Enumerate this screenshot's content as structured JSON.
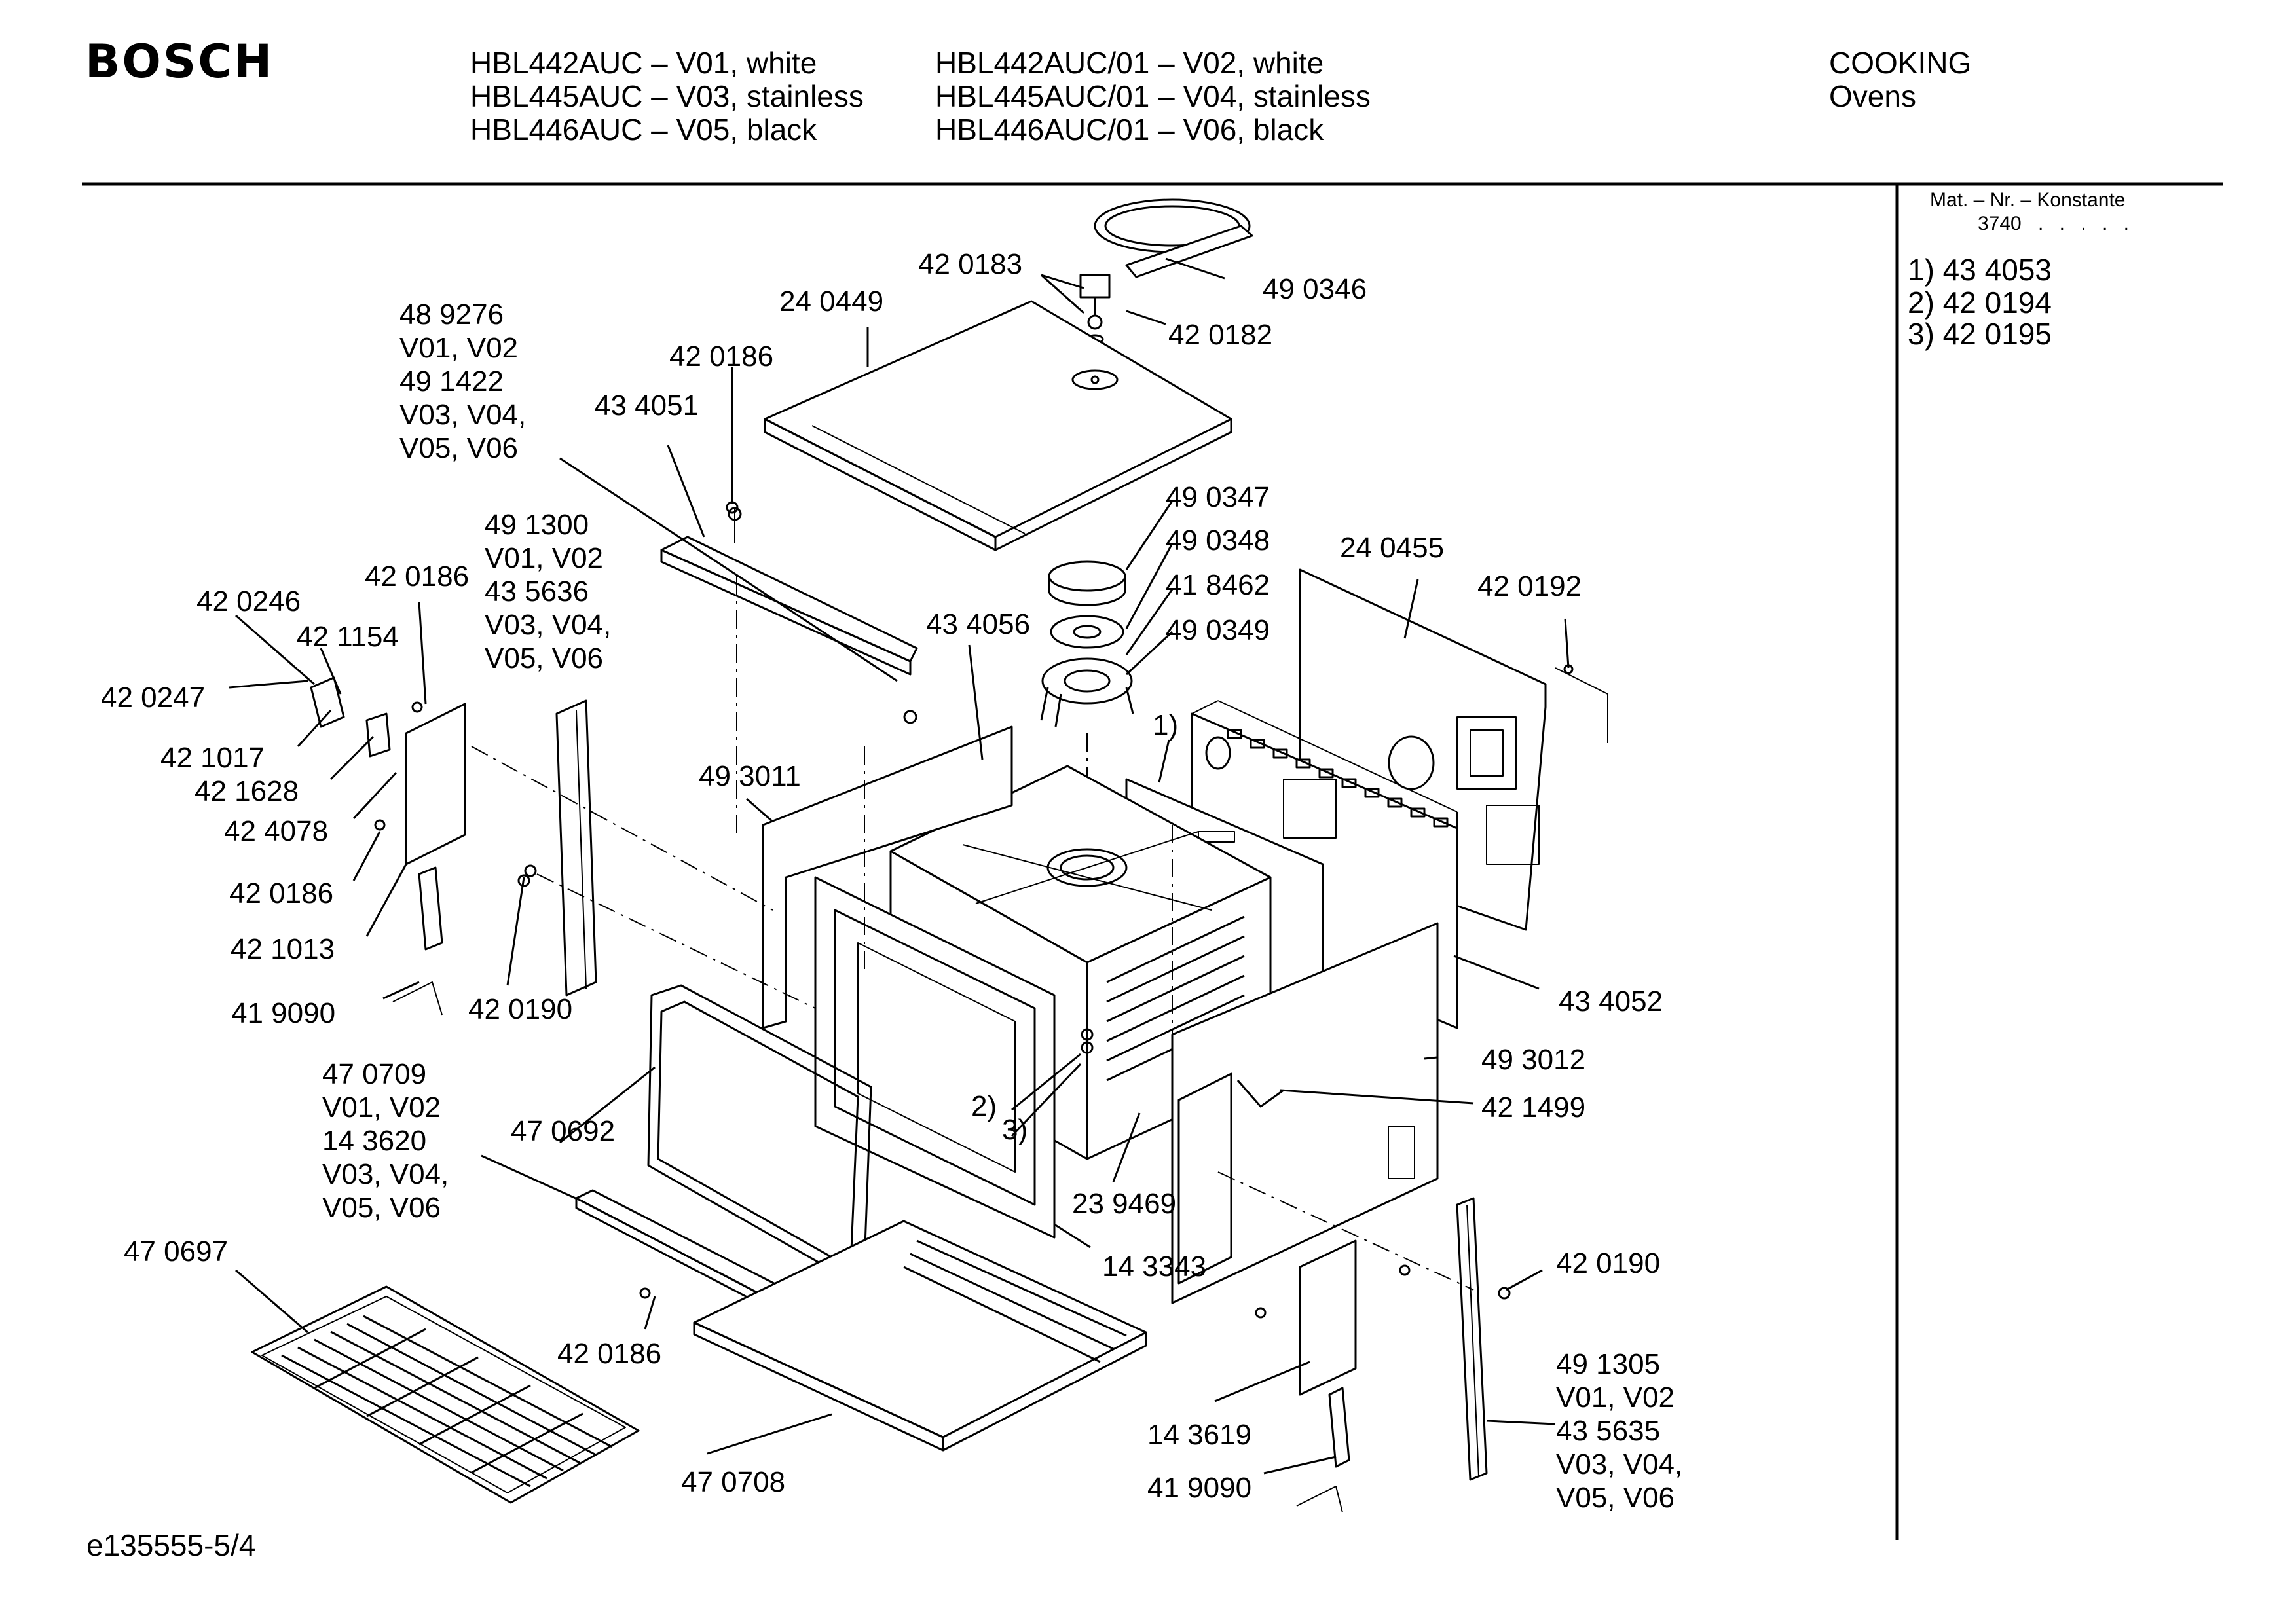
{
  "header": {
    "brand": "BOSCH",
    "models_col1": [
      "HBL442AUC – V01, white",
      "HBL445AUC – V03, stainless",
      "HBL446AUC – V05, black"
    ],
    "models_col2": [
      "HBL442AUC/01 – V02, white",
      "HBL445AUC/01 – V04, stainless",
      "HBL446AUC/01 – V06, black"
    ],
    "category": "COOKING",
    "subcategory": "Ovens"
  },
  "sidebar": {
    "mat_title": "Mat. – Nr. – Konstante",
    "mat_value": "3740",
    "notes": [
      "1) 43 4053",
      "2) 42 0194",
      "3) 42 0195"
    ]
  },
  "footer": {
    "doc_id": "e135555-5/4"
  },
  "labels": {
    "p420183": "42 0183",
    "p490346": "49 0346",
    "p240449": "24 0449",
    "p420182": "42 0182",
    "grp489276": [
      "48 9276",
      "V01, V02",
      "49 1422",
      "V03, V04,",
      "V05, V06"
    ],
    "p420186a": "42 0186",
    "p434051": "43 4051",
    "p490347": "49 0347",
    "p490348": "49 0348",
    "p418462": "41 8462",
    "p490349": "49 0349",
    "p240455": "24 0455",
    "p420192": "42 0192",
    "grp491300": [
      "49 1300",
      "V01, V02",
      "43 5636",
      "V03, V04,",
      "V05, V06"
    ],
    "p420186b": "42 0186",
    "p420246": "42 0246",
    "p421154": "42 1154",
    "p434056": "43 4056",
    "p420247": "42 0247",
    "note1": "1)",
    "p421017": "42 1017",
    "p421628": "42 1628",
    "p424078": "42 4078",
    "p493011": "49 3011",
    "p420186c": "42 0186",
    "p421013": "42 1013",
    "p419090a": "41 9090",
    "p420190a": "42 0190",
    "p434052": "43 4052",
    "grp470709": [
      "47 0709",
      "V01, V02",
      "14 3620",
      "V03, V04,",
      "V05, V06"
    ],
    "p493012": "49 3012",
    "p470692": "47 0692",
    "note2": "2)",
    "note3": "3)",
    "p421499": "42 1499",
    "p239469": "23 9469",
    "p470697": "47 0697",
    "p143343": "14 3343",
    "p420190b": "42 0190",
    "p420186d": "42 0186",
    "grp491305": [
      "49 1305",
      "V01, V02",
      "43 5635",
      "V03, V04,",
      "V05, V06"
    ],
    "p143619": "14 3619",
    "p470708": "47 0708",
    "p419090b": "41 9090"
  }
}
